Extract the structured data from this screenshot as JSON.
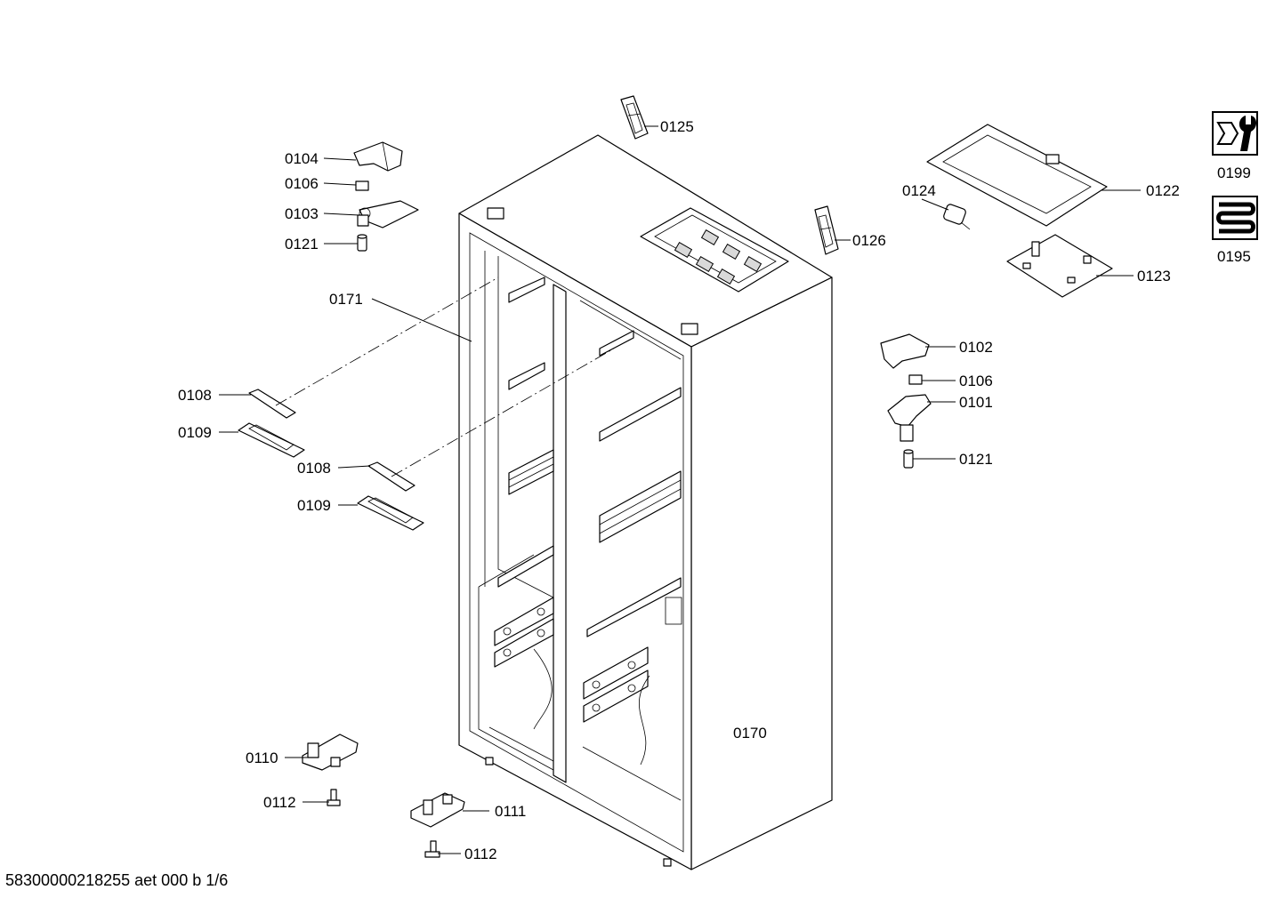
{
  "labels": {
    "p0104": "0104",
    "p0106a": "0106",
    "p0103": "0103",
    "p0121a": "0121",
    "p0171": "0171",
    "p0108a": "0108",
    "p0109a": "0109",
    "p0108b": "0108",
    "p0109b": "0109",
    "p0110": "0110",
    "p0112a": "0112",
    "p0111": "0111",
    "p0112b": "0112",
    "p0125": "0125",
    "p0126": "0126",
    "p0124": "0124",
    "p0122": "0122",
    "p0123": "0123",
    "p0102": "0102",
    "p0106b": "0106",
    "p0101": "0101",
    "p0121b": "0121",
    "p0170": "0170",
    "p0199": "0199",
    "p0195": "0195"
  },
  "footer": "58300000218255 aet 000 b 1/6"
}
